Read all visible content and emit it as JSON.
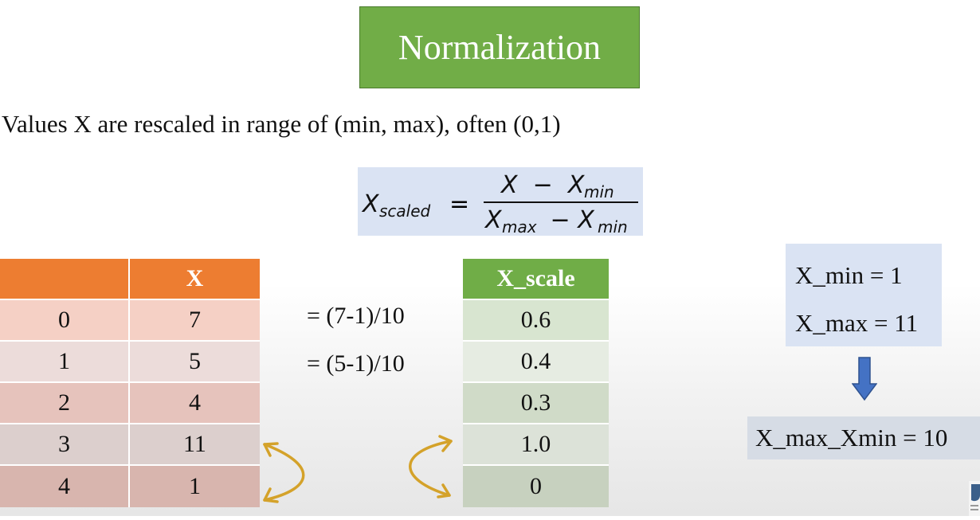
{
  "title": "Normalization",
  "subtitle": "Values X are rescaled in range of (min, max), often (0,1)",
  "formula": {
    "lhs_var": "X",
    "lhs_sub": "scaled",
    "eq": "=",
    "numerator": "X  −  X",
    "numerator_sub": "min",
    "denominator_a": "X",
    "denominator_a_sub": "max",
    "denominator_minus": " − X",
    "denominator_b_sub": "min"
  },
  "table_left": {
    "headers": [
      "",
      "X"
    ],
    "rows": [
      [
        "0",
        "7"
      ],
      [
        "1",
        "5"
      ],
      [
        "2",
        "4"
      ],
      [
        "3",
        "11"
      ],
      [
        "4",
        "1"
      ]
    ]
  },
  "calculations": [
    "= (7-1)/10",
    "= (5-1)/10"
  ],
  "table_right": {
    "header": "X_scale",
    "values": [
      "0.6",
      "0.4",
      "0.3",
      "1.0",
      "0"
    ]
  },
  "minmax": {
    "min_line": "X_min = 1",
    "max_line": "X_max = 11"
  },
  "diff_line": "X_max_Xmin = 10",
  "colors": {
    "title_bg": "#71ad47",
    "orange_header": "#ed7d31",
    "green_header": "#70ad47",
    "formula_bg": "#dae3f3",
    "arrow_blue": "#4472c4",
    "curve_gold": "#d4a22a"
  }
}
